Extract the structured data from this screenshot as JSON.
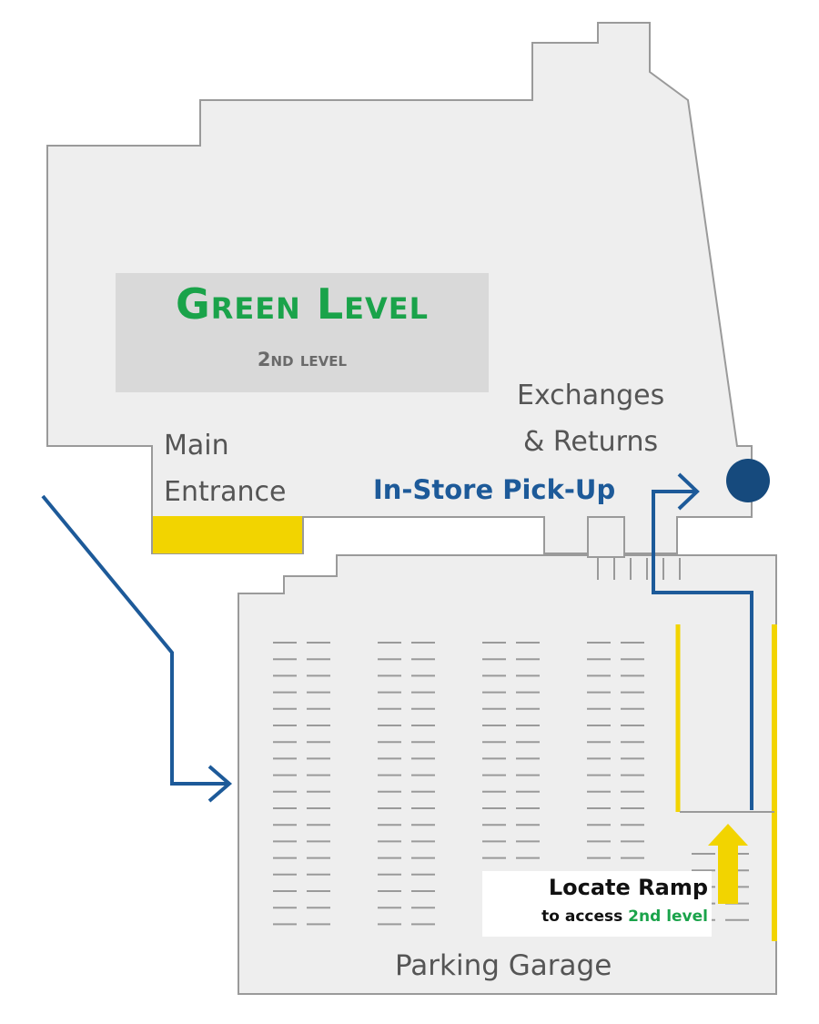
{
  "map": {
    "level": {
      "name": "Green Level",
      "subtitle": "2ND LEVEL"
    },
    "areas": {
      "main_entrance": [
        "Main",
        "Entrance"
      ],
      "exchanges_returns": [
        "Exchanges",
        "& Returns"
      ],
      "in_store_pickup": "In-Store Pick-Up",
      "parking_garage": "Parking Garage"
    },
    "ramp_callout": {
      "title": "Locate Ramp",
      "sub_prefix": "to access ",
      "sub_highlight": "2nd level"
    },
    "colors": {
      "building_fill": "#eeeeee",
      "building_outline": "#9a9a9a",
      "level_box": "#d9d9d9",
      "level_title": "#1aa34a",
      "route_blue": "#1d5a99",
      "pickup_marker": "#164a7d",
      "entrance_yellow": "#f2d400"
    },
    "icons": [
      "route-arrow-icon",
      "pickup-location-marker-icon",
      "ramp-up-arrow-icon",
      "entrance-marker-icon"
    ]
  }
}
